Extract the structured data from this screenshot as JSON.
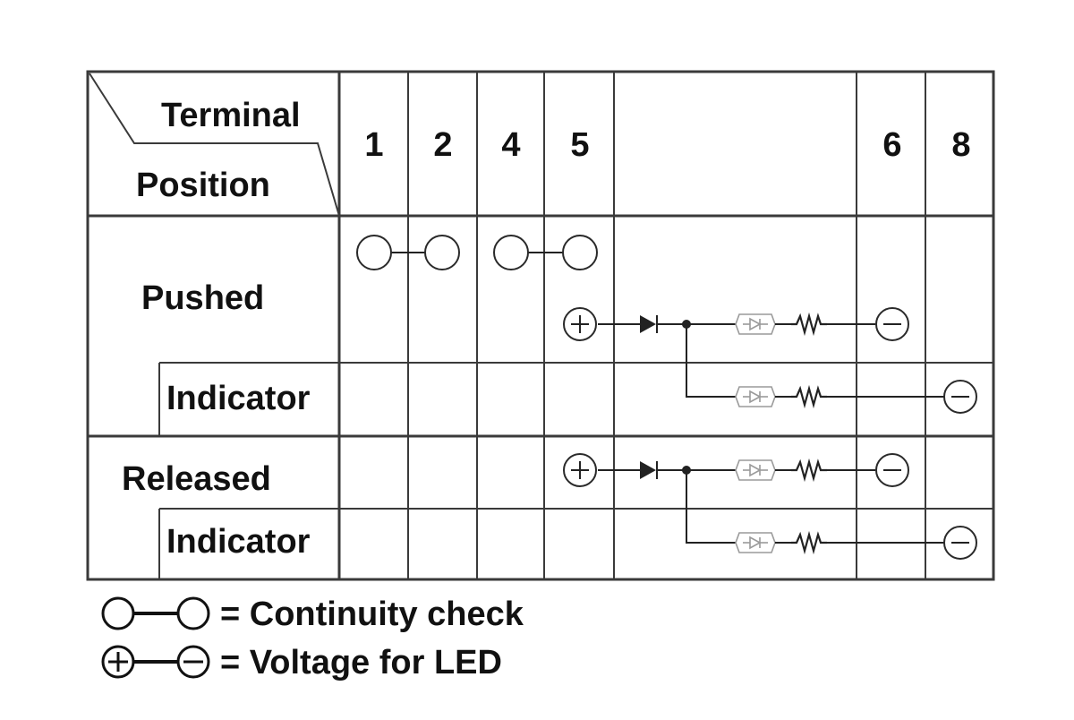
{
  "header": {
    "terminal_label": "Terminal",
    "position_label": "Position",
    "terminals": [
      "1",
      "2",
      "4",
      "5",
      "6",
      "8"
    ]
  },
  "rows": {
    "pushed": "Pushed",
    "pushed_indicator": "Indicator",
    "released": "Released",
    "released_indicator": "Indicator"
  },
  "legend": {
    "continuity": "= Continuity check",
    "voltage": "= Voltage for LED"
  }
}
